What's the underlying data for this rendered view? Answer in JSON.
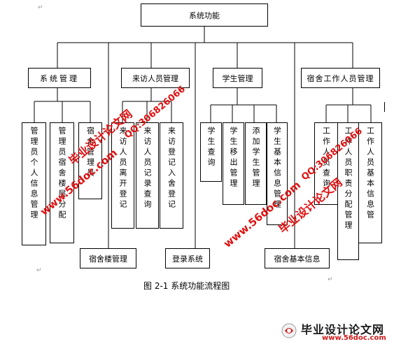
{
  "root": {
    "label": "系统功能"
  },
  "groups": [
    {
      "label": "系统管理",
      "children": [
        "管理员个人信息管理",
        "管理员宿舍楼层分配",
        "宿舍管理员"
      ]
    },
    {
      "label": "来访人员管理",
      "children": [
        "来访人员离开登记",
        "来访人员记录查询",
        "来访登记入舍登记"
      ]
    },
    {
      "label": "学生管理",
      "children": [
        "学生查询",
        "学生移出管理",
        "添加学生管理",
        "学生基本信息管理"
      ]
    },
    {
      "label": "宿舍工作人员管理",
      "children": [
        "工作人员查询",
        "工作人员职责分配管理",
        "工作人员基本信息管"
      ]
    }
  ],
  "bottom": [
    "宿舍楼管理",
    "登录系统",
    "宿舍基本信息"
  ],
  "caption": "图 2-1  系统功能流程图",
  "watermarks": {
    "url": "www.56doc.com",
    "qq": "QQ:306826066",
    "site": "毕业设计论文网"
  },
  "logo": {
    "title": "毕业设计论文网",
    "url": "www.56doc.com"
  },
  "colors": {
    "line": "#000000",
    "watermark": "#e01010"
  }
}
